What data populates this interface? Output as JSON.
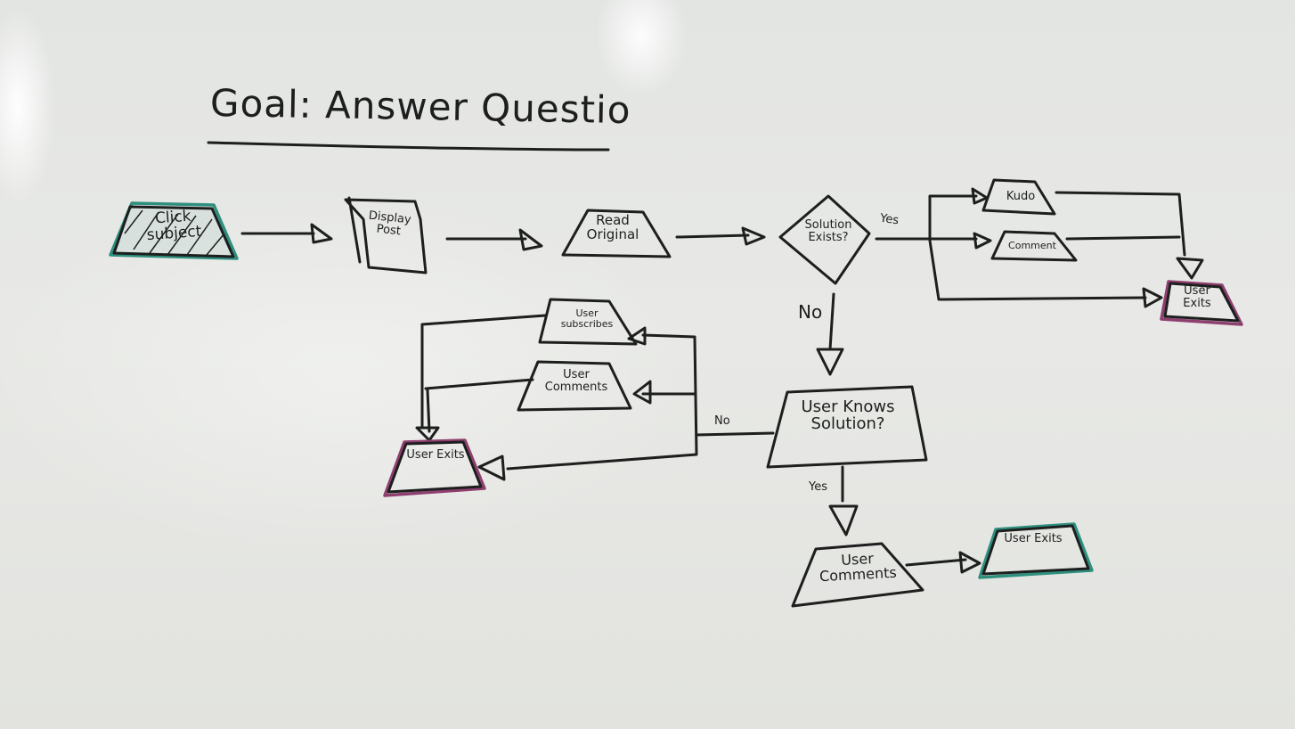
{
  "title": "Goal: Answer Questio",
  "nodes": {
    "click_subject": "Click subject",
    "display_post": "Display Post",
    "read_original": "Read Original",
    "solution_exists": "Solution Exists?",
    "kudo": "Kudo",
    "comment": "Comment",
    "user_exits_top": "User Exits",
    "user_subscribes": "User subscribes",
    "user_comments_mid": "User Comments",
    "user_exits_left": "User Exits",
    "user_knows_solution": "User Knows Solution?",
    "user_comments_bottom": "User Comments",
    "user_exits_bottom": "User Exits"
  },
  "edge_labels": {
    "yes_top": "Yes",
    "no_down": "No",
    "no_left": "No",
    "yes_down": "Yes"
  },
  "colors": {
    "ink": "#1d1f1e",
    "start_outline": "#2f8f7e",
    "exit_magenta": "#8e3f6f",
    "exit_green": "#2f8f7e"
  }
}
